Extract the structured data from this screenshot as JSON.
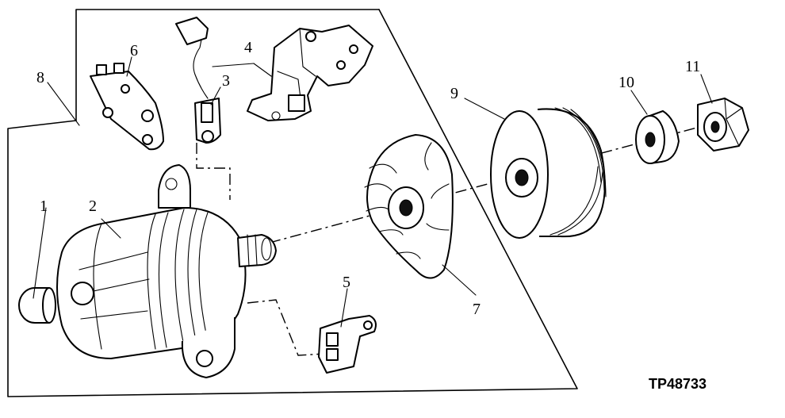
{
  "diagram": {
    "callouts": [
      "1",
      "2",
      "3",
      "4",
      "5",
      "6",
      "7",
      "8",
      "9",
      "10",
      "11"
    ],
    "figure_code": "TP48733"
  },
  "parts": {
    "1": "cap-icon",
    "2": "alternator-housing-icon",
    "3": "brush-holder-icon",
    "4": "regulator-bracket-icon",
    "5": "terminal-clip-icon",
    "6": "voltage-regulator-icon",
    "7": "fan-icon",
    "8": "alternator-assembly-icon",
    "9": "pulley-icon",
    "10": "spacer-icon",
    "11": "nut-icon"
  }
}
